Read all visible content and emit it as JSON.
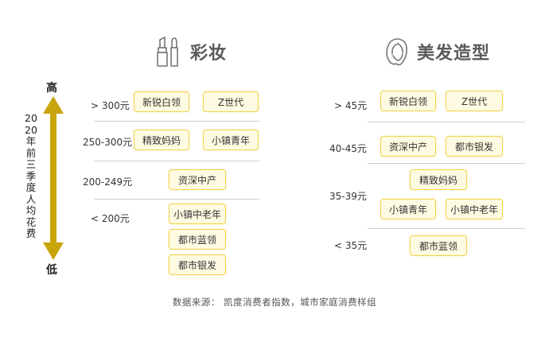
{
  "chart_data": {
    "type": "table",
    "axis": {
      "label": "2020年前三季度人均花费",
      "high": "高",
      "low": "低"
    },
    "panels": [
      {
        "title": "彩妆",
        "icon": "lipstick-icon",
        "rows": [
          {
            "price": "> 300元",
            "segments": [
              "新锐白领",
              "Z世代"
            ]
          },
          {
            "price": "250-300元",
            "segments": [
              "精致妈妈",
              "小镇青年"
            ]
          },
          {
            "price": "200-249元",
            "segments": [
              "资深中产"
            ]
          },
          {
            "price": "< 200元",
            "segments": [
              "小镇中老年",
              "都市蓝领",
              "都市银发"
            ]
          }
        ]
      },
      {
        "title": "美发造型",
        "icon": "woman-hair-icon",
        "rows": [
          {
            "price": "> 45元",
            "segments": [
              "新锐白领",
              "Z世代"
            ]
          },
          {
            "price": "40-45元",
            "segments": [
              "资深中产",
              "都市银发"
            ]
          },
          {
            "price": "35-39元",
            "segments": [
              "精致妈妈",
              "小镇青年",
              "小镇中老年"
            ]
          },
          {
            "price": "< 35元",
            "segments": [
              "都市蓝领"
            ]
          }
        ]
      }
    ],
    "source": "数据来源： 凯度消费者指数，城市家庭消费样组"
  },
  "colors": {
    "axis_arrow": "#c9a50c",
    "chip_border": "#f2d24a",
    "chip_fill": "#fffbe2",
    "title_text": "#5a5a5a"
  }
}
